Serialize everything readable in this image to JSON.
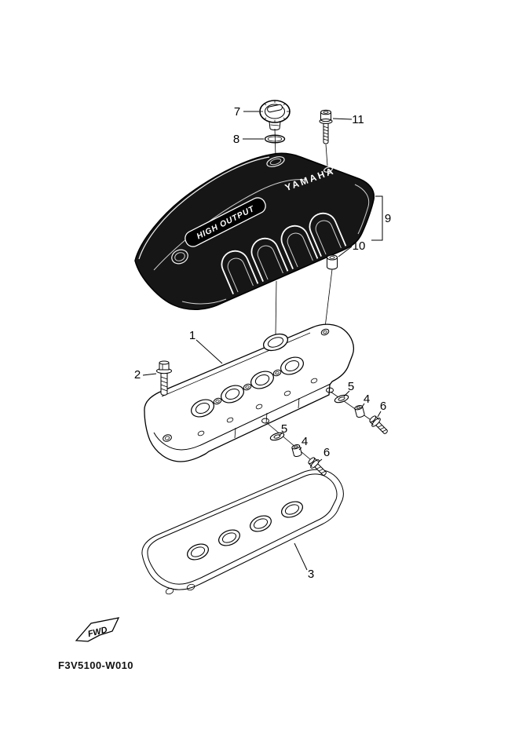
{
  "page": {
    "background_color": "#ffffff"
  },
  "diagram": {
    "code": "F3V5100-W010",
    "fwd_label": "FWD",
    "cover_markings": {
      "brand": "YAMAHA",
      "badge": "HIGH OUTPUT"
    },
    "callouts": [
      {
        "label": "7"
      },
      {
        "label": "8"
      },
      {
        "label": "11"
      },
      {
        "label": "9"
      },
      {
        "label": "10"
      },
      {
        "label": "1"
      },
      {
        "label": "2"
      },
      {
        "label": "5"
      },
      {
        "label": "4"
      },
      {
        "label": "6"
      },
      {
        "label": "5"
      },
      {
        "label": "4"
      },
      {
        "label": "6"
      },
      {
        "label": "3"
      }
    ]
  }
}
